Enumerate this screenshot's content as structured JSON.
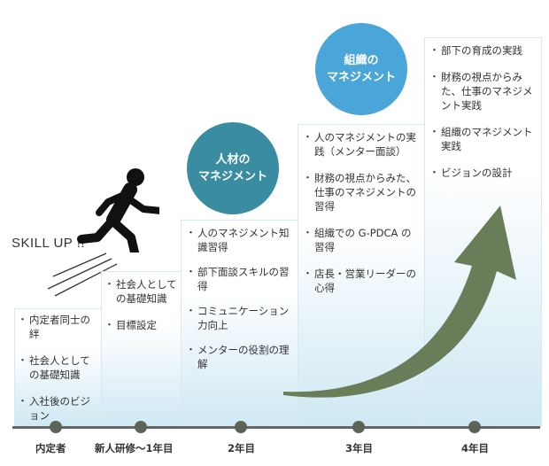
{
  "skill_text": "SKILL UP !!",
  "stages": [
    {
      "label": "内定者",
      "items": [
        "内定者同士の絆",
        "社会人としての基礎知識",
        "入社後のビジョン"
      ]
    },
    {
      "label": "新人研修〜1年目",
      "items": [
        "社会人としての基礎知識",
        "目標設定"
      ]
    },
    {
      "label": "2年目",
      "items": [
        "人のマネジメント知識習得",
        "部下面談スキルの習得",
        "コミュニケーション力向上",
        "メンターの役割の理解"
      ]
    },
    {
      "label": "3年目",
      "items": [
        "人のマネジメントの実践（メンター面談）",
        "財務の視点からみた、仕事のマネジメントの習得",
        "組織での G-PDCA の習得",
        "店長・営業リーダーの心得"
      ]
    },
    {
      "label": "4年目",
      "items": [
        "部下の育成の実践",
        "財務の視点からみた、仕事のマネジメント実践",
        "組織のマネジメント実践",
        "ビジョンの設計"
      ]
    }
  ],
  "badges": [
    {
      "line1": "人材の",
      "line2": "マネジメント",
      "color": "#3a8da0"
    },
    {
      "line1": "組織の",
      "line2": "マネジメント",
      "color": "#4aa5d8"
    }
  ],
  "colors": {
    "arrow": "#687d58",
    "timeline": "#5c6457"
  }
}
